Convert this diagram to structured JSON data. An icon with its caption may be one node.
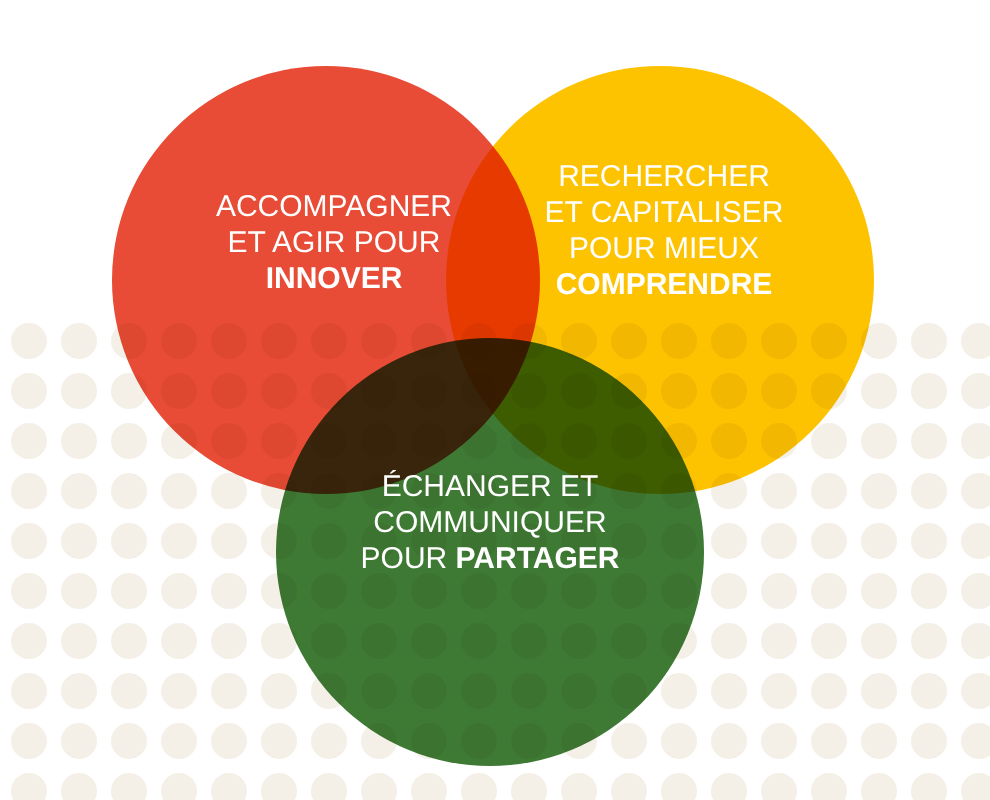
{
  "diagram": {
    "nodes": [
      {
        "text": [
          "ACCOMPAGNER ET AGIR POUR **INNOVER**"
        ]
      },
      {
        "text": [
          "RECHERCHER ET CAPITALISER POUR MIEUX **COMPRENDRE**"
        ]
      },
      {
        "text": [
          "ÉCHANGER ET COMMUNIQUER POUR **PARTAGER**"
        ]
      }
    ]
  }
}
